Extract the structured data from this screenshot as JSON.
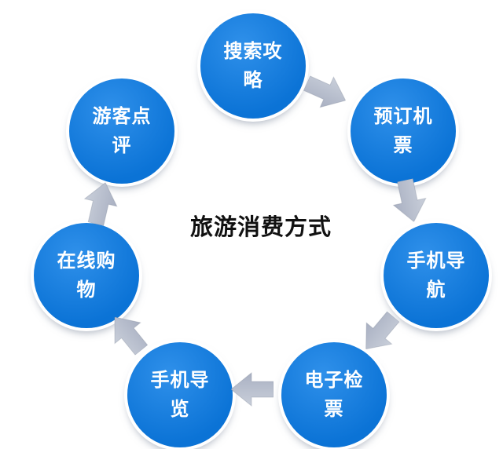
{
  "title": "旅游消费方式",
  "nodes": [
    {
      "label": "搜索攻略",
      "position": "top"
    },
    {
      "label": "预订机票",
      "position": "top-right"
    },
    {
      "label": "手机导航",
      "position": "right"
    },
    {
      "label": "电子检票",
      "position": "bottom-right"
    },
    {
      "label": "手机导览",
      "position": "bottom-left"
    },
    {
      "label": "在线购物",
      "position": "left"
    },
    {
      "label": "游客点评",
      "position": "top-left"
    }
  ],
  "arrows": [
    {
      "from": "搜索攻略",
      "to": "预订机票",
      "direction": "down-right"
    },
    {
      "from": "预订机票",
      "to": "手机导航",
      "direction": "down"
    },
    {
      "from": "手机导航",
      "to": "电子检票",
      "direction": "down-left"
    },
    {
      "from": "电子检票",
      "to": "手机导览",
      "direction": "left"
    },
    {
      "from": "手机导览",
      "to": "在线购物",
      "direction": "up-left"
    },
    {
      "from": "在线购物",
      "to": "游客点评",
      "direction": "up"
    }
  ],
  "colors": {
    "circle_fill": "#0b73d6",
    "circle_fill_light": "#2f90ea",
    "circle_ring": "#ffffff",
    "node_text": "#ffffff",
    "arrow_fill": "#a9b0c2",
    "arrow_fill_light": "#c9cfda",
    "title_color": "#111111",
    "background": "#ffffff"
  }
}
